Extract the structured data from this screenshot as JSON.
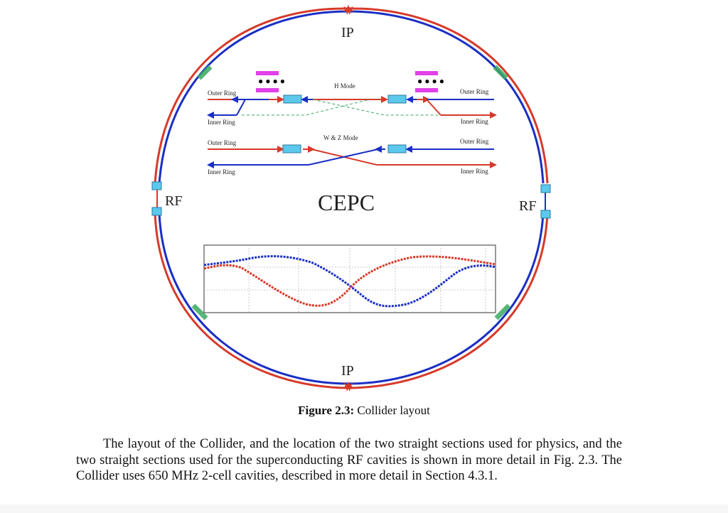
{
  "figure": {
    "ip_top_label": "IP",
    "ip_bottom_label": "IP",
    "rf_left_label": "RF",
    "rf_right_label": "RF",
    "center_title": "CEPC",
    "h_mode": {
      "title": "H Mode",
      "outer_ring_left": "Outer Ring",
      "outer_ring_right": "Outer Ring",
      "inner_ring_left": "Inner Ring",
      "inner_ring_right": "Inner Ring"
    },
    "wz_mode": {
      "title": "W & Z Mode",
      "outer_ring_left": "Outer Ring",
      "outer_ring_right": "Outer Ring",
      "inner_ring_left": "Inner Ring",
      "inner_ring_right": "Inner Ring"
    },
    "colors": {
      "red_beam": "#d63a2a",
      "blue_beam": "#1a2fc4",
      "green_segment": "#3aa860",
      "cavity": "#5cc8ec",
      "magenta_module": "#e040e8"
    }
  },
  "chart_data": {
    "type": "line",
    "title": "",
    "xlabel": "",
    "ylabel": "",
    "grid": true,
    "legend": [],
    "x": [
      0,
      0.1,
      0.2,
      0.3,
      0.4,
      0.5,
      0.6,
      0.7,
      0.8,
      0.9,
      1.0
    ],
    "series": [
      {
        "name": "blue",
        "color": "#1a2fc4",
        "values": [
          0.72,
          0.82,
          0.88,
          0.86,
          0.62,
          0.2,
          -0.2,
          -0.15,
          0.25,
          0.7,
          0.68
        ]
      },
      {
        "name": "red",
        "color": "#d63a2a",
        "values": [
          0.64,
          0.72,
          0.45,
          0.05,
          -0.18,
          0.2,
          0.7,
          0.88,
          0.86,
          0.78,
          0.72
        ]
      }
    ],
    "ylim": [
      -0.3,
      1.0
    ]
  },
  "caption": {
    "label": "Figure 2.3:",
    "text": " Collider layout"
  },
  "paragraph": {
    "text": "The layout of the Collider, and the location of the two straight sections used for physics, and the two straight sections used for the superconducting RF cavities is shown in more detail in Fig. 2.3.  The Collider uses 650 MHz 2-cell cavities, described in more detail in Section 4.3.1."
  }
}
